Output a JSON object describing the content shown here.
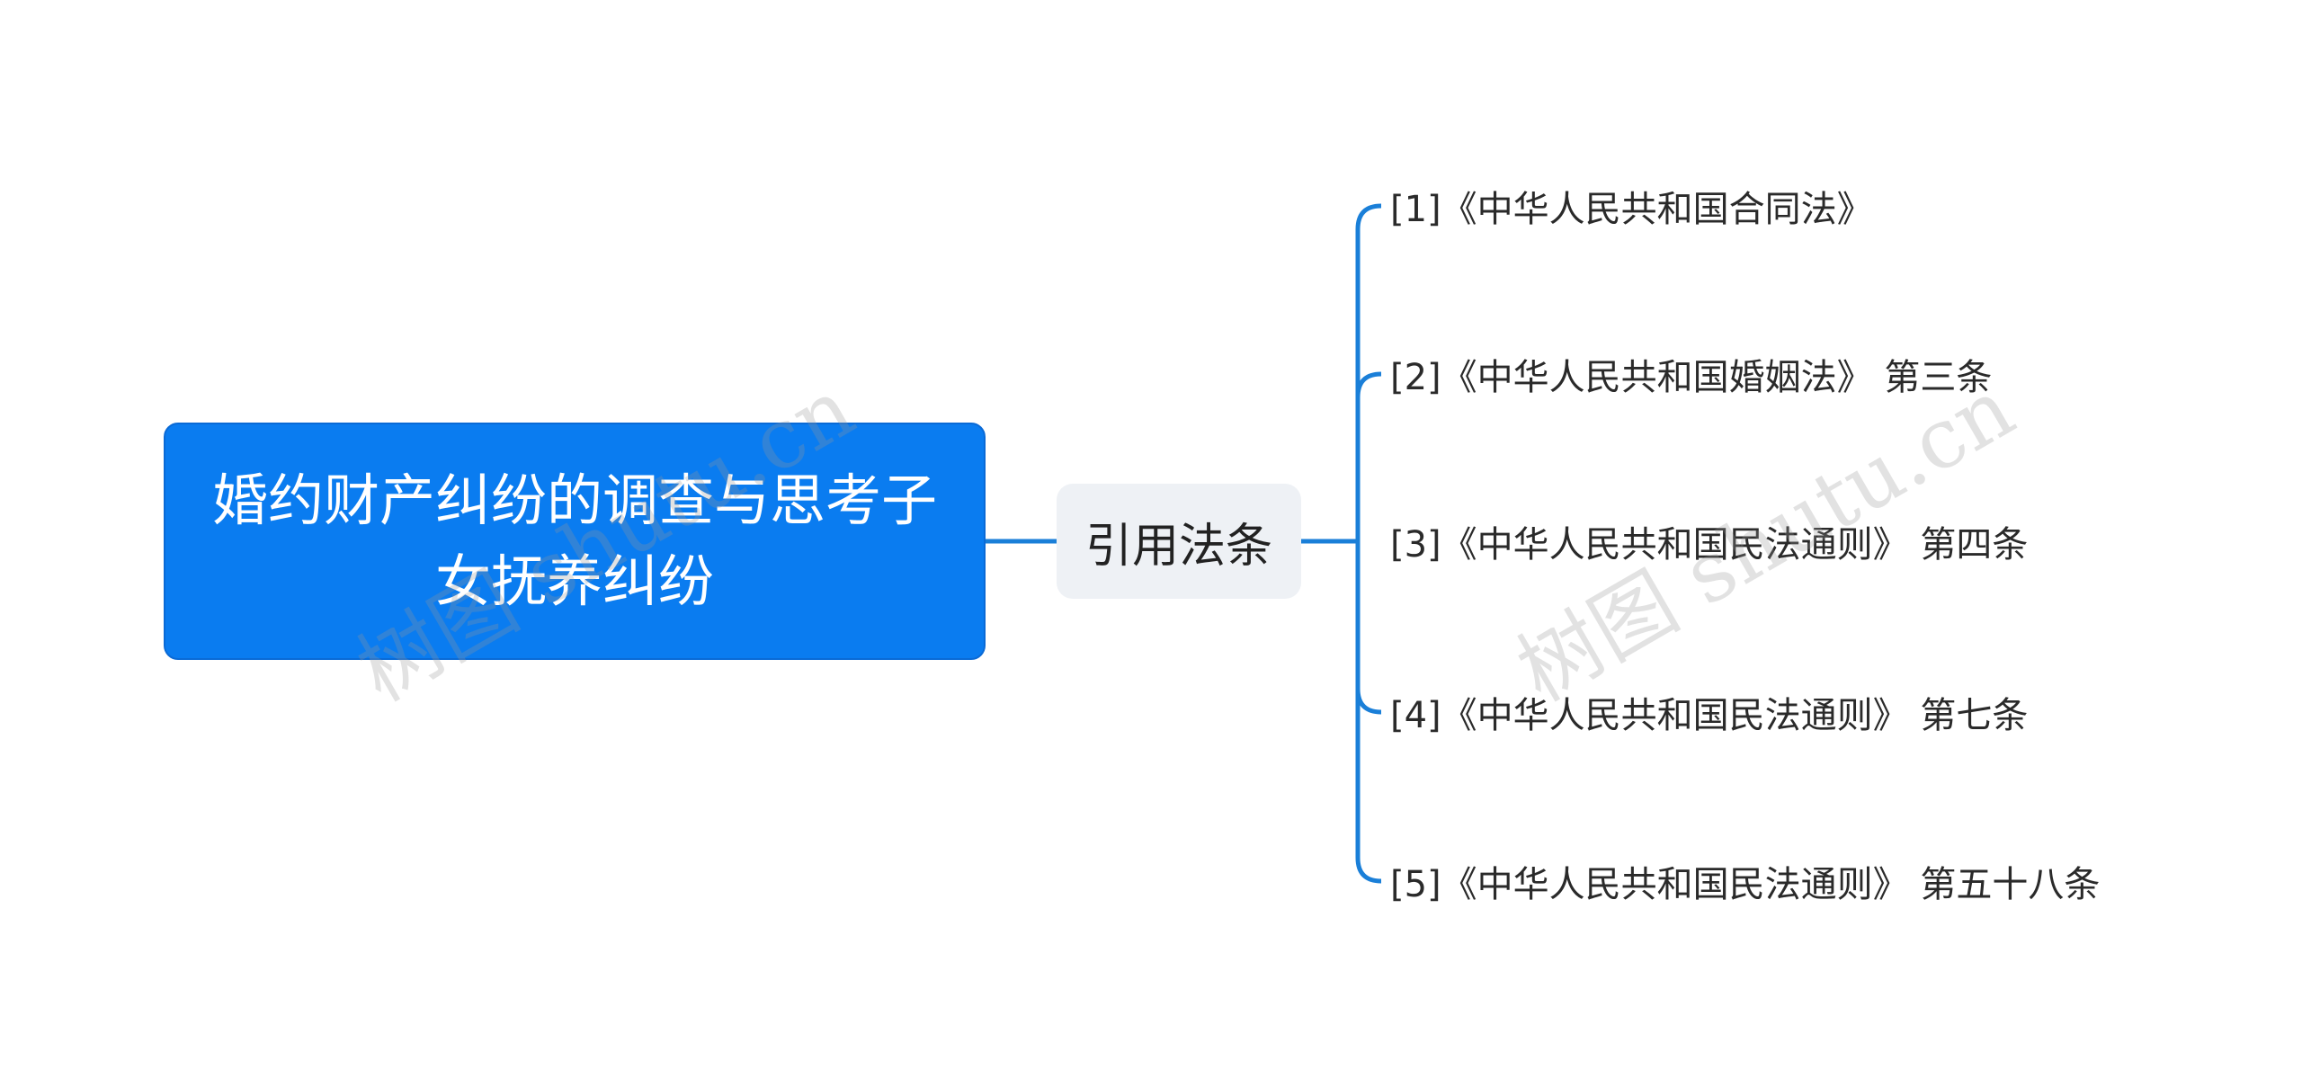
{
  "root": {
    "title": "婚约财产纠纷的调查与思考子女抚养纠纷"
  },
  "branch": {
    "label": "引用法条"
  },
  "leaves": [
    {
      "text": "[1]《中华人民共和国合同法》"
    },
    {
      "text": "[2]《中华人民共和国婚姻法》 第三条"
    },
    {
      "text": "[3]《中华人民共和国民法通则》 第四条"
    },
    {
      "text": "[4]《中华人民共和国民法通则》 第七条"
    },
    {
      "text": "[5]《中华人民共和国民法通则》 第五十八条"
    }
  ],
  "watermark": {
    "text": "树图 shutu.cn"
  },
  "colors": {
    "root_fill": "#0a7cf0",
    "connector": "#1a7fd8",
    "branch_fill": "#eef1f5",
    "text_dark": "#2a2a2a"
  }
}
